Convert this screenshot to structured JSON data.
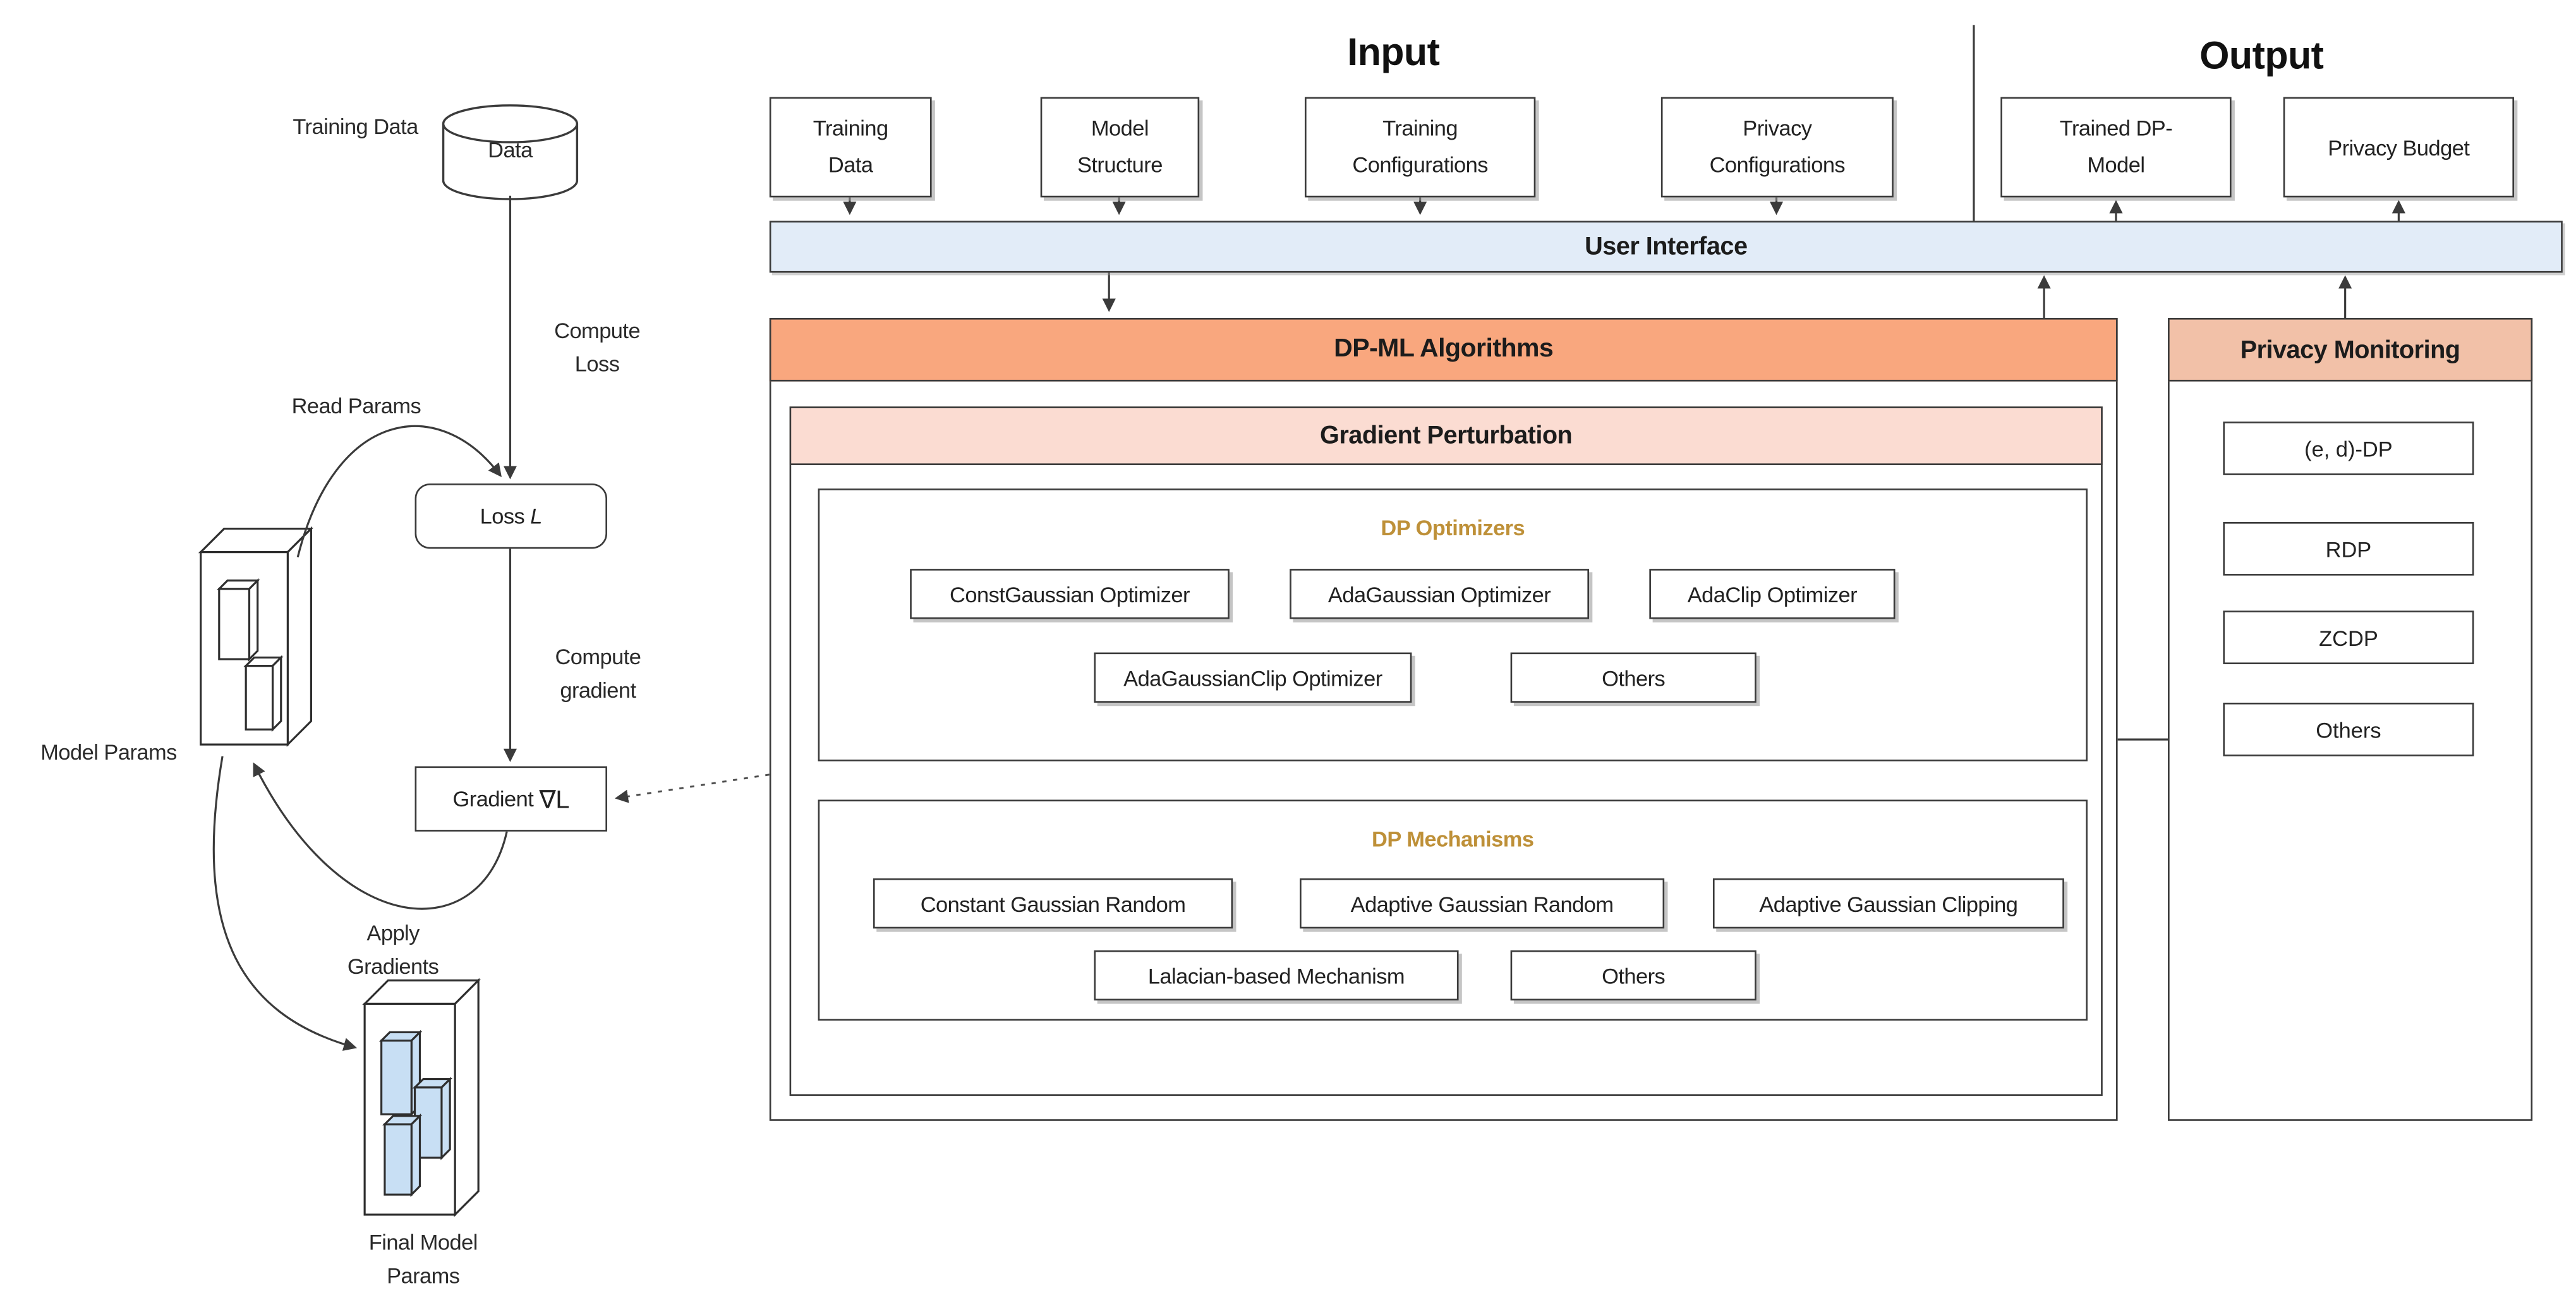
{
  "left_flow": {
    "training_data_label": "Training Data",
    "data_label": "Data",
    "compute_loss_label": "Compute Loss",
    "read_params_label": "Read Params",
    "loss_label": "Loss",
    "loss_symbol": "L",
    "model_params_label": "Model Params",
    "compute_gradient_label": "Compute gradient",
    "gradient_label": "Gradient",
    "gradient_symbol": "∇L",
    "apply_gradients_label": "Apply Gradients",
    "final_model_params_label": "Final Model Params"
  },
  "input_section": {
    "title": "Input",
    "boxes": [
      "Training Data",
      "Model Structure",
      "Training Configurations",
      "Privacy Configurations"
    ]
  },
  "output_section": {
    "title": "Output",
    "boxes": [
      "Trained DP-Model",
      "Privacy Budget"
    ]
  },
  "user_interface": {
    "label": "User Interface"
  },
  "dpml": {
    "title": "DP-ML Algorithms",
    "gradient_perturbation": {
      "title": "Gradient Perturbation",
      "dp_optimizers": {
        "title": "DP Optimizers",
        "row1": [
          "ConstGaussian Optimizer",
          "AdaGaussian Optimizer",
          "AdaClip Optimizer"
        ],
        "row2": [
          "AdaGaussianClip Optimizer",
          "Others"
        ]
      },
      "dp_mechanisms": {
        "title": "DP Mechanisms",
        "row1": [
          "Constant Gaussian Random",
          "Adaptive Gaussian Random",
          "Adaptive Gaussian Clipping"
        ],
        "row2": [
          "Lalacian-based Mechanism",
          "Others"
        ]
      }
    }
  },
  "privacy_monitoring": {
    "title": "Privacy Monitoring",
    "boxes": [
      "(e, d)-DP",
      "RDP",
      "ZCDP",
      "Others"
    ]
  },
  "colors": {
    "dpml_header": "#F9A77E",
    "privacy_header": "#F2C1A8",
    "gradient_perturbation_header": "#FBDCD2",
    "user_interface_bar": "#E2ECF8",
    "gold_text": "#BE9038",
    "param_box_blue": "#C8DFF4",
    "line": "#3b3b3b"
  }
}
